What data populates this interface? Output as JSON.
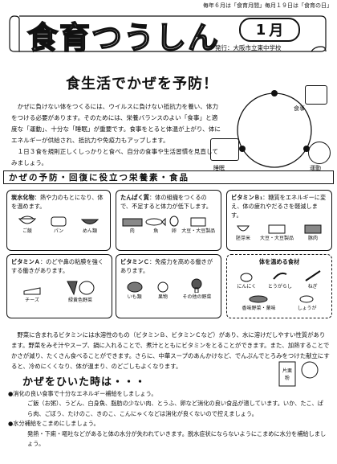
{
  "header": {
    "top_note": "毎年６月は「食育月間」毎月１９日は「食育の日」",
    "title": "食育つうしん",
    "issue_number": "1",
    "issue_unit": "月",
    "publisher": "発行：大阪市立東中学校"
  },
  "headline": "食生活でかぜを予防！",
  "intro": [
    "かぜに負けない体をつくるには、ウイルスに負けない抵抗力を養い、体力をつける必要があります。そのためには、栄養バランスのよい「食事」と適度な「運動」、十分な「睡眠」が重要です。食事をとると体温が上がり、体にエネルギーが供給され、抵抗力や免疫力もアップします。",
    "１日３食を規則正しくしっかりと食べ、自分の食事や生活習慣を見直してみましょう。"
  ],
  "cycle": {
    "meal": "食事",
    "sleep": "睡眠",
    "exercise": "運動"
  },
  "section_title": "かぜの予防・回復に役立つ栄養素・食品",
  "cards": {
    "carb": {
      "label": "炭水化物",
      "text": "熱や力のもとになり、体を温めます。",
      "foods": [
        "ご飯",
        "パン",
        "めん類"
      ]
    },
    "protein": {
      "label": "たんぱく質",
      "text": "体の組織をつくるので、不足すると体力が低下します。",
      "foods": [
        "肉",
        "魚",
        "卵",
        "大豆・大豆製品"
      ]
    },
    "vitb1": {
      "label": "ビタミンＢ₁",
      "text": "糖質をエネルギーに変え、体の疲れやだるさを軽減します。",
      "foods": [
        "胚芽米",
        "大豆・大豆製品",
        "豚肉"
      ]
    },
    "vita": {
      "label": "ビタミンＡ",
      "text": "のどや鼻の粘膜を強くする働きがあります。",
      "foods": [
        "チーズ",
        "緑黄色野菜"
      ]
    },
    "vitc": {
      "label": "ビタミンＣ",
      "text": "免疫力を高める働きがあります。",
      "foods": [
        "いも類",
        "果物",
        "その他の野菜"
      ]
    },
    "warm": {
      "label": "体を温める食材",
      "foods": [
        "にんにく",
        "ねぎ",
        "とうがらし",
        "香味野菜・薬味",
        "しょうが"
      ]
    }
  },
  "body_text": "野菜に含まれるビタミンには水溶性のもの（ビタミンＢ、ビタミンＣなど）があり、水に溶けだしやすい性質があります。野菜をみそ汁やスープ、鍋に入れることで、煮汁とともにビタミンをとることができます。また、加熱することでかさが減り、たくさん食べることができます。さらに、中華スープのあんかけなど、でんぷんでとろみをつけた献立にすると、冷めにくくなり、体が温まり、のどごしもよくなります。",
  "medicine_label": "片栗粉",
  "cold": {
    "title": "かぜをひいた時は・・・",
    "items": [
      "●消化の良い食事で十分なエネルギー補給をしましょう。",
      "ご飯（お粥）、うどん、白身魚、脂肪の少ない肉、とうふ、卵など消化の良い食品が適しています。いか、たこ、ぱら肉、ごぼう、たけのこ、きのこ、こんにゃくなどは消化が良くないので控えましょう。",
      "●水分補給をこまめにしましょう。",
      "発熱・下痢・嘔吐などがあると体の水分が失われていきます。脱水症状にならないようにこまめに水分を補給しましょう。"
    ]
  }
}
